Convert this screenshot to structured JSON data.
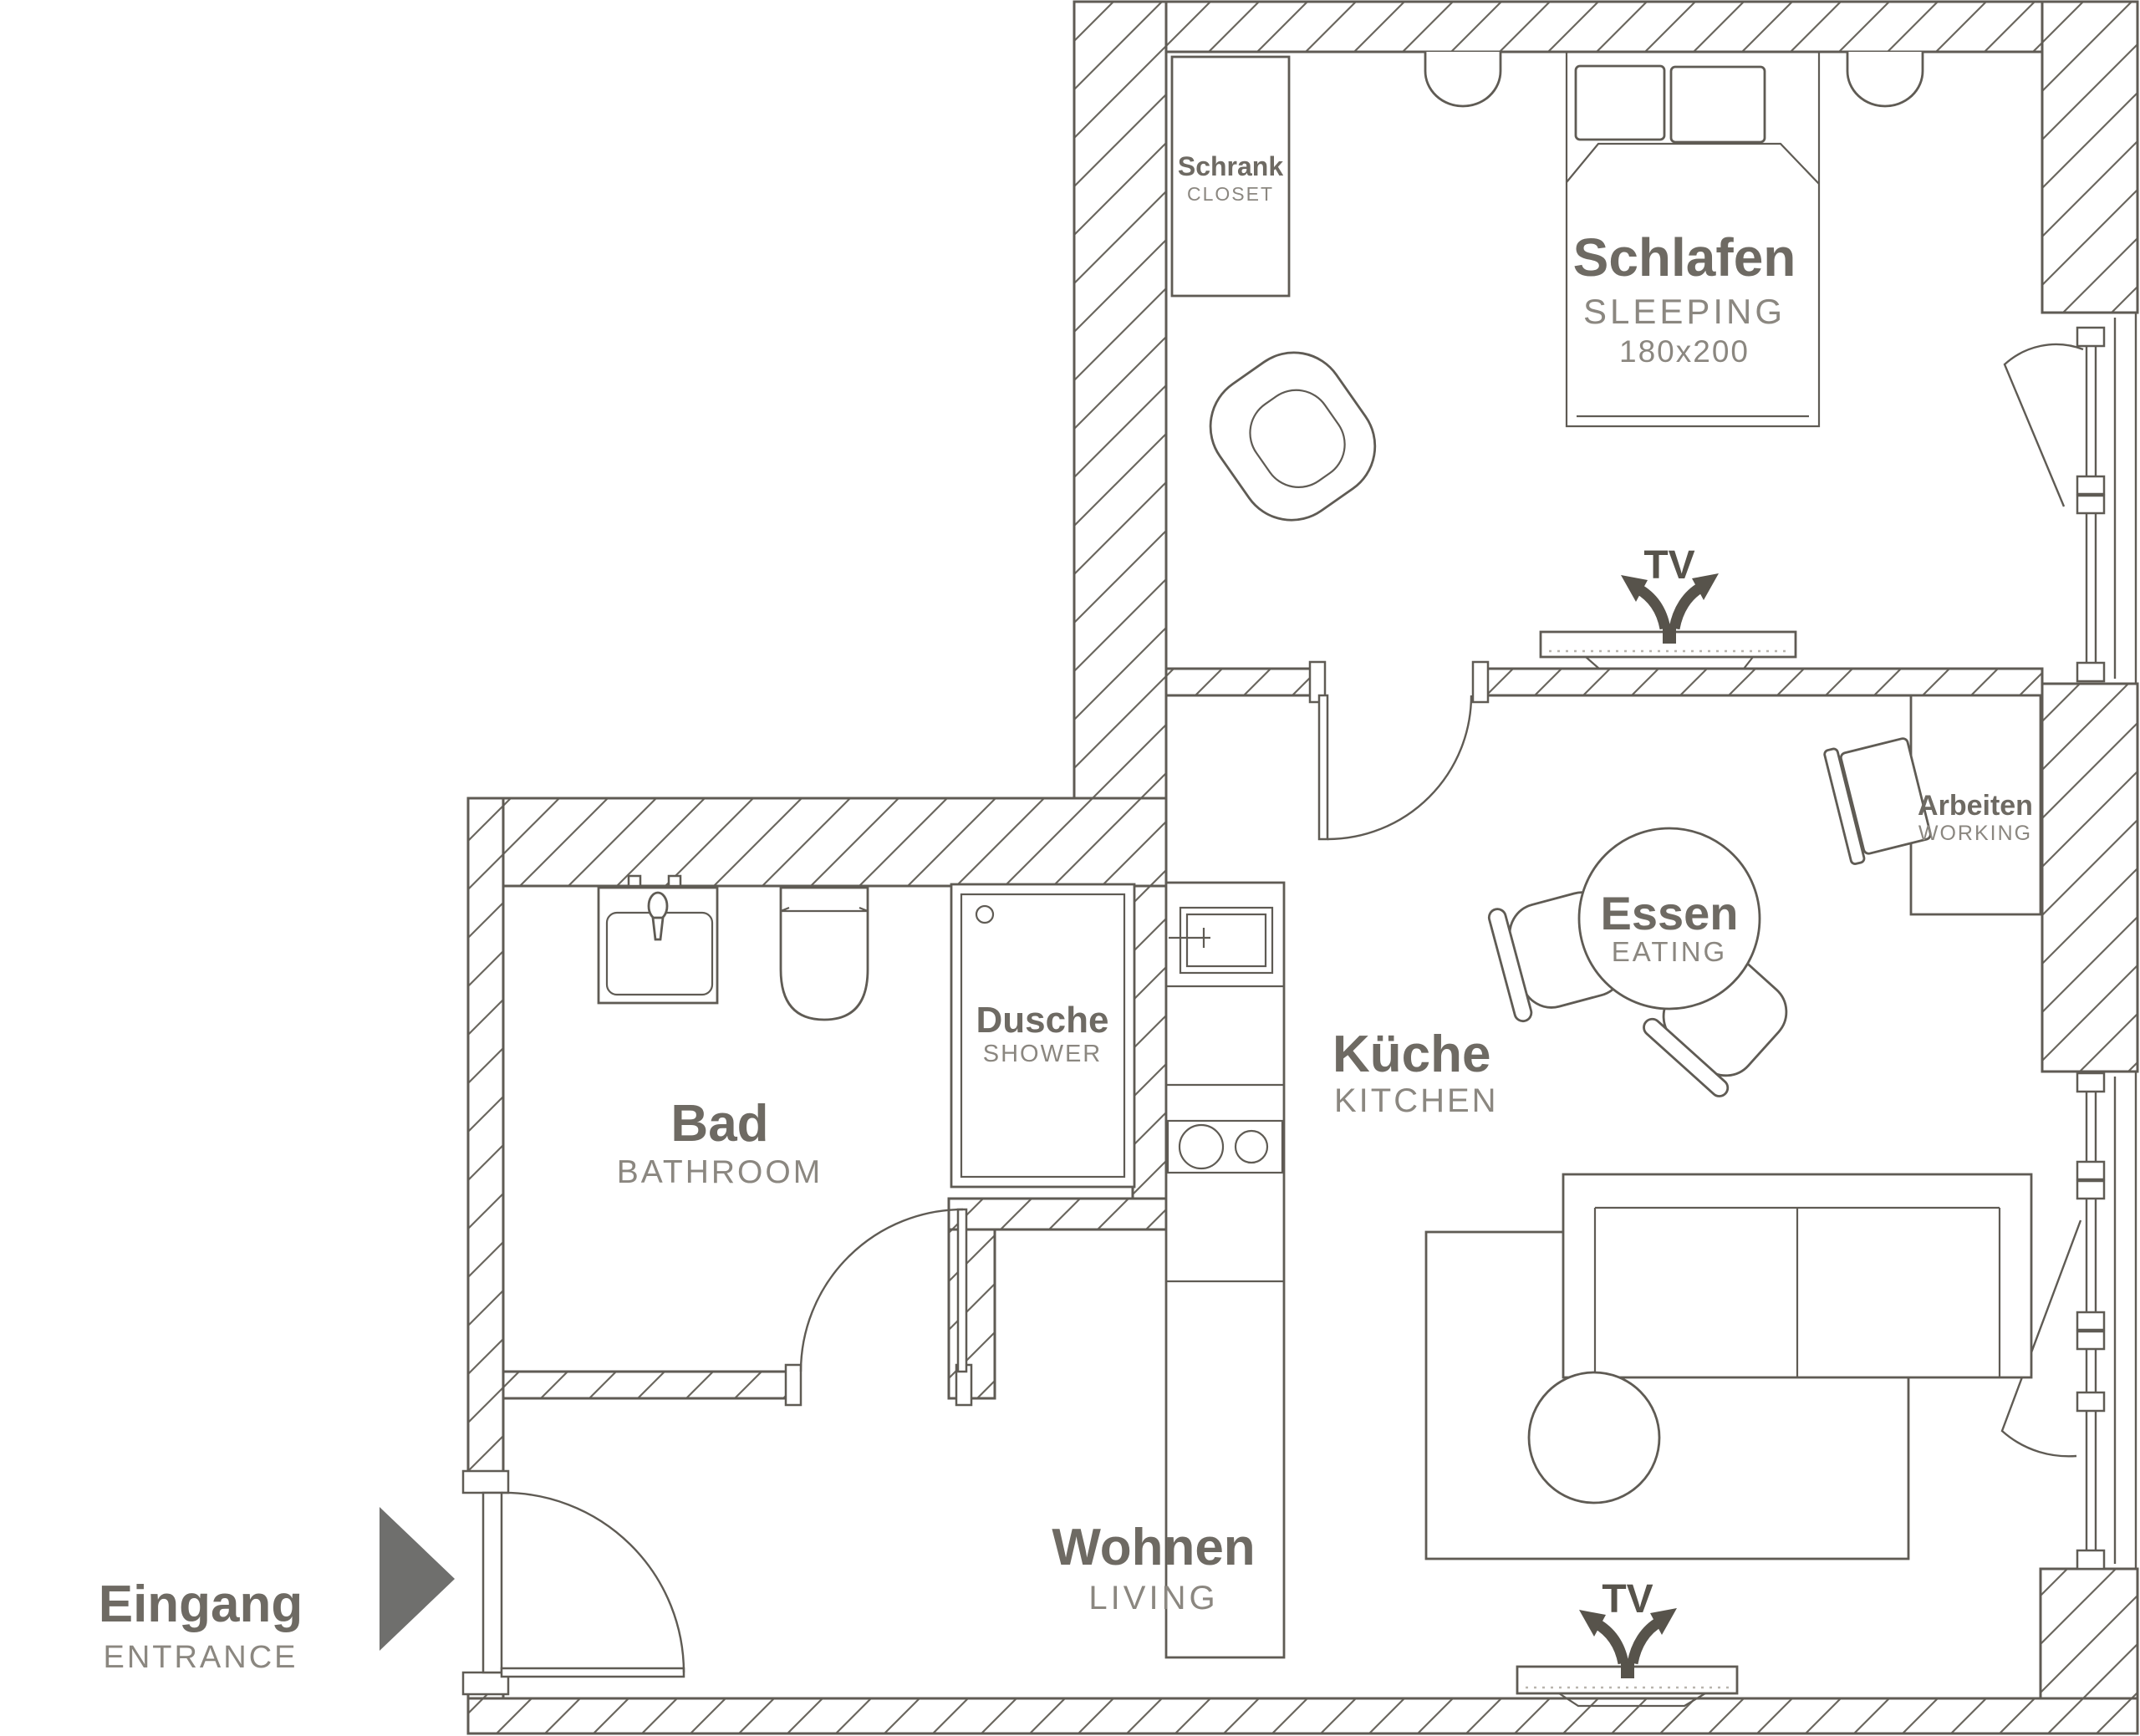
{
  "plan_type": "apartment floor plan",
  "rooms": {
    "sleeping": {
      "label": "Schlafen",
      "sublabel": "SLEEPING",
      "bed_size": "180x200",
      "tv": "TV"
    },
    "closet": {
      "label": "Schrank",
      "sublabel": "CLOSET"
    },
    "working": {
      "label": "Arbeiten",
      "sublabel": "WORKING"
    },
    "eating": {
      "label": "Essen",
      "sublabel": "EATING"
    },
    "kitchen": {
      "label": "Küche",
      "sublabel": "KITCHEN"
    },
    "shower": {
      "label": "Dusche",
      "sublabel": "SHOWER"
    },
    "bathroom": {
      "label": "Bad",
      "sublabel": "BATHROOM"
    },
    "living": {
      "label": "Wohnen",
      "sublabel": "LIVING",
      "tv": "TV"
    },
    "entrance": {
      "label": "Eingang",
      "sublabel": "ENTRANCE"
    }
  },
  "icons": {
    "entrance_arrow": "right-pointing solid triangle",
    "tv_arrows": "double curved swivel arrows"
  },
  "colors": {
    "line": "#5f5b54",
    "label": "#6e6a63",
    "sublabel": "#8b8780",
    "tv_arrow": "#57534b",
    "entrance_arrow": "#6f6f6d",
    "background": "#ffffff"
  }
}
